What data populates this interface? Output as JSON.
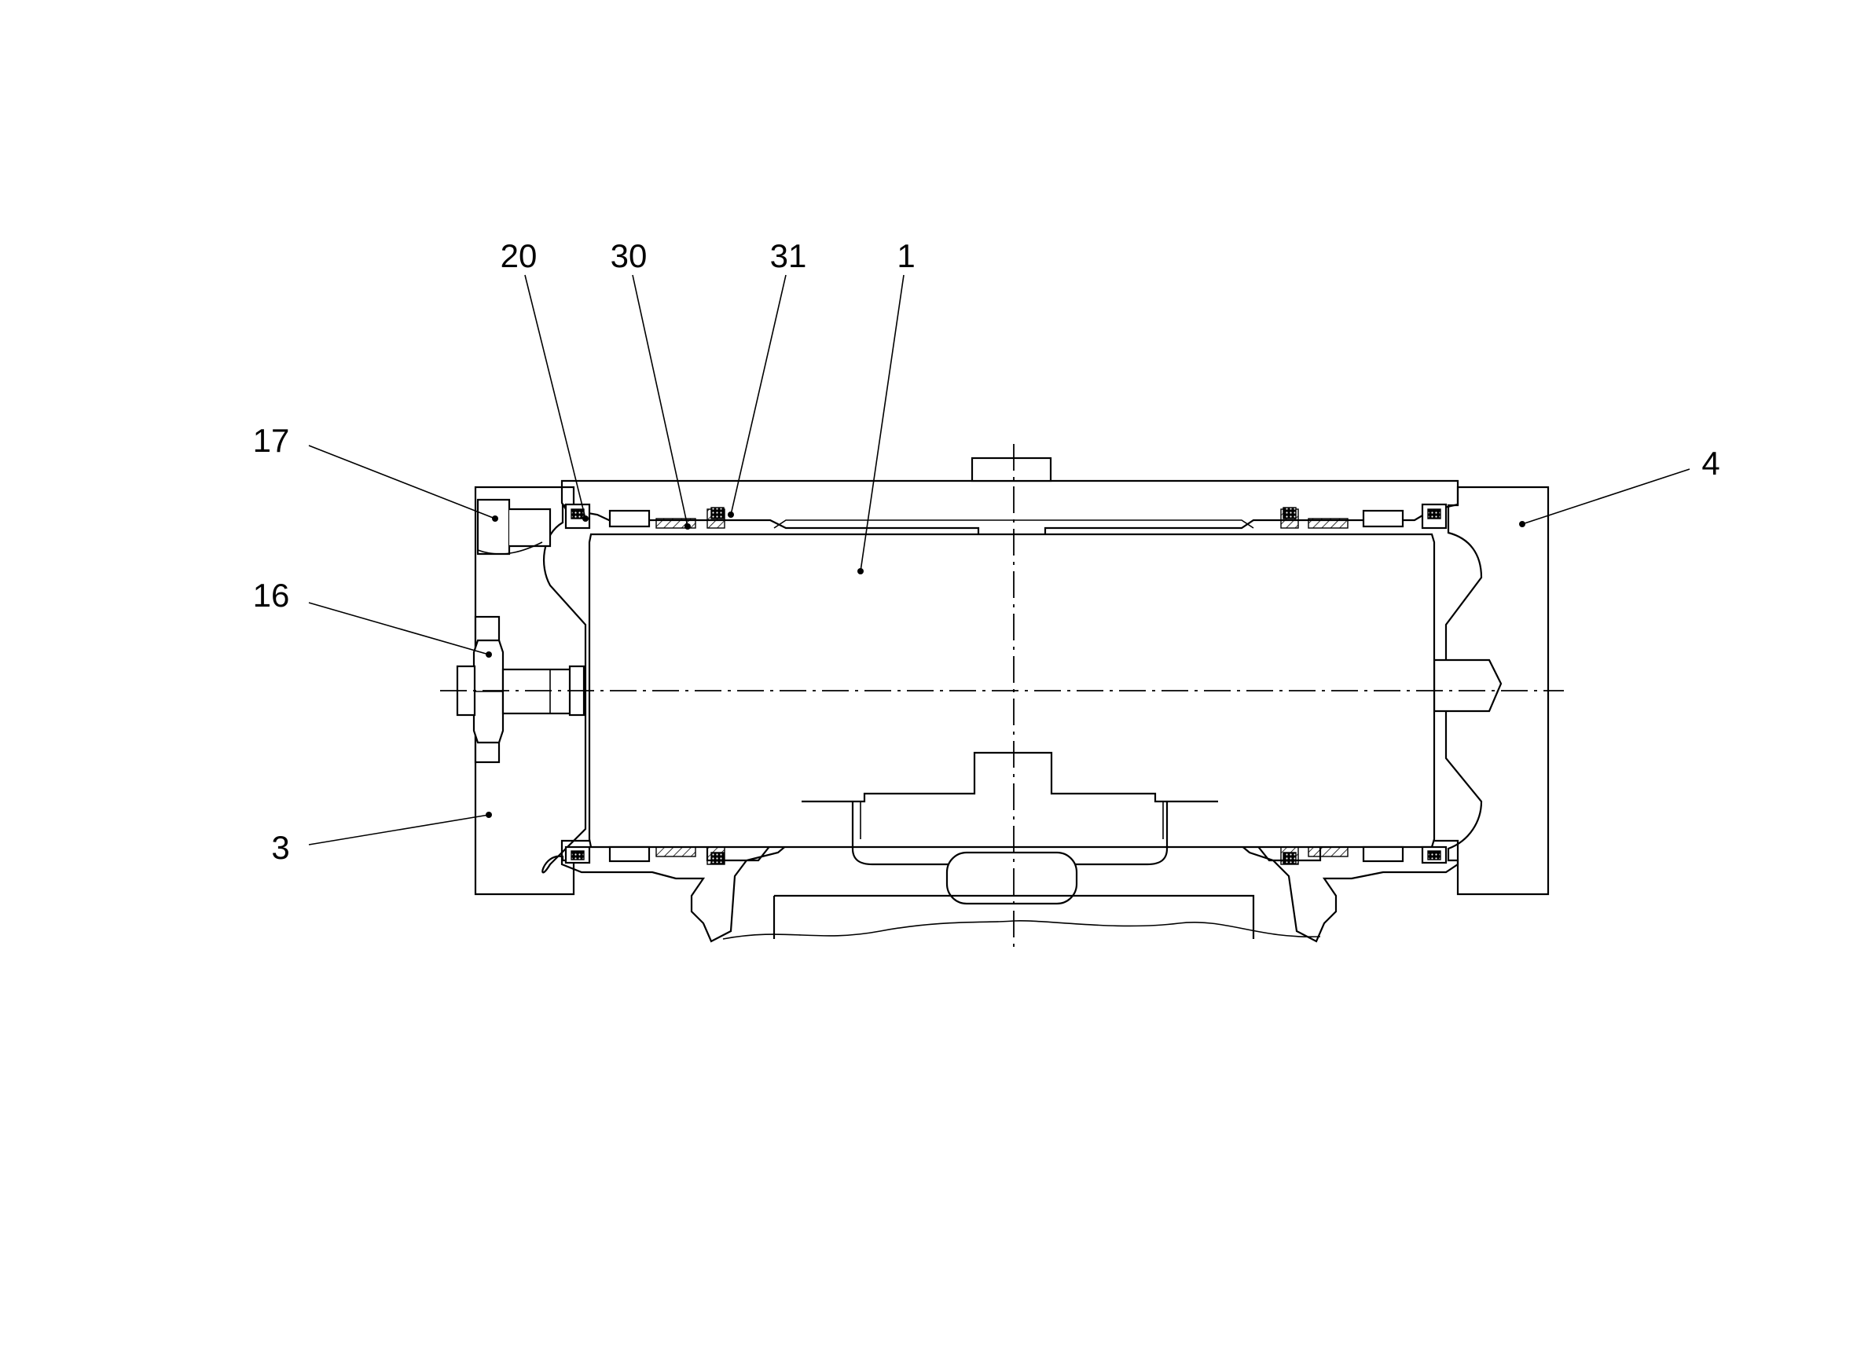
{
  "labels": {
    "l20": "20",
    "l30": "30",
    "l31": "31",
    "l1": "1",
    "l17": "17",
    "l16": "16",
    "l3": "3",
    "l4": "4"
  }
}
